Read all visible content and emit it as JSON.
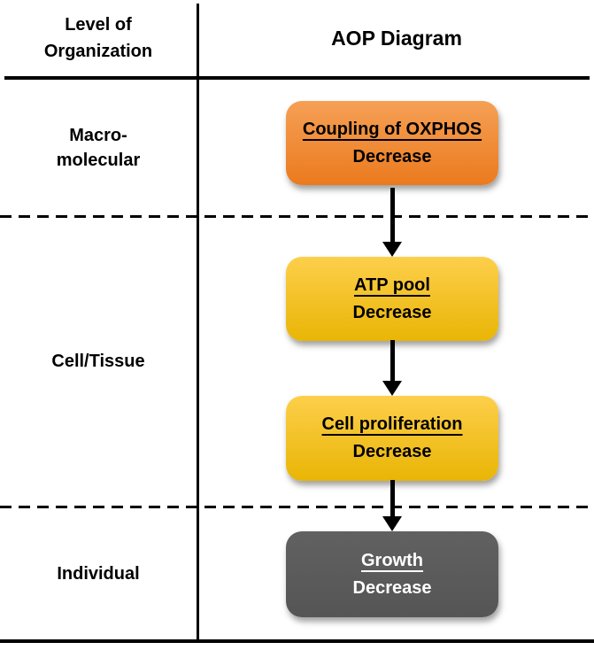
{
  "header": {
    "left_column_title": [
      "Level of",
      "Organization"
    ],
    "right_column_title": "AOP Diagram"
  },
  "levels": [
    {
      "label_lines": [
        "Macro-",
        "molecular"
      ]
    },
    {
      "label_lines": [
        "Cell/Tissue"
      ]
    },
    {
      "label_lines": [
        "Individual"
      ]
    }
  ],
  "nodes": [
    {
      "title": "Coupling of OXPHOS",
      "direction": "Decrease",
      "fill_top": "#F5A055",
      "fill_bottom": "#EB7A1E",
      "text_color": "#000000"
    },
    {
      "title": "ATP pool",
      "direction": "Decrease",
      "fill_top": "#FDCF4B",
      "fill_bottom": "#E9B505",
      "text_color": "#000000"
    },
    {
      "title": "Cell proliferation",
      "direction": "Decrease",
      "fill_top": "#FDCF4B",
      "fill_bottom": "#E9B505",
      "text_color": "#000000"
    },
    {
      "title": "Growth",
      "direction": "Decrease",
      "fill_top": "#616161",
      "fill_bottom": "#555555",
      "text_color": "#FFFFFF"
    }
  ],
  "line_color": "#000000"
}
